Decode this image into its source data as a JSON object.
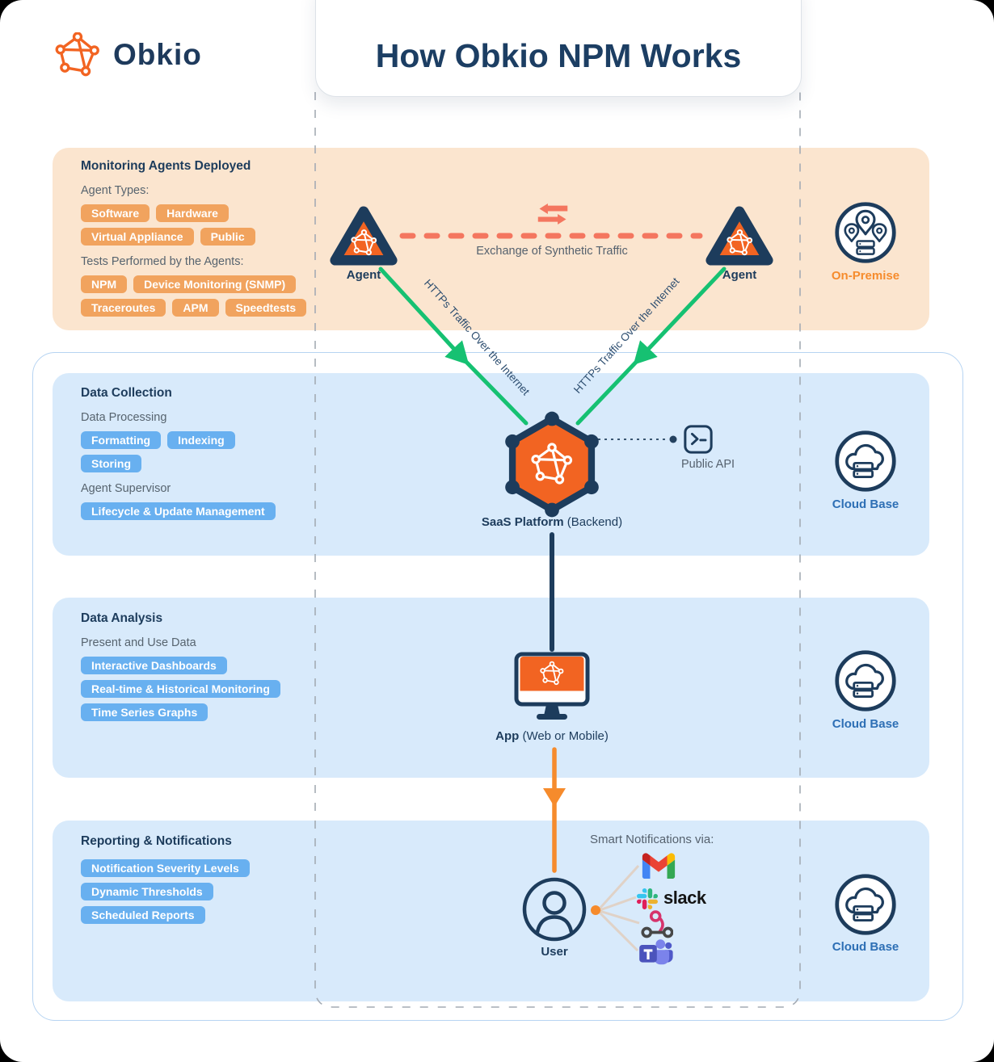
{
  "header": {
    "logo_text": "Obkio",
    "title": "How Obkio NPM Works"
  },
  "colors": {
    "brand_orange": "#f26422",
    "navy": "#1d3c5c",
    "band_orange_bg": "#fbe5cf",
    "band_blue_bg": "#d8eafb",
    "tag_orange": "#f1a35e",
    "tag_blue": "#68b0f0",
    "green_arrow": "#16c172",
    "salmon": "#f4765f",
    "cloud_label_blue": "#2d6fb5",
    "onpremise_label_orange": "#f68b2c"
  },
  "sections": {
    "monitoring": {
      "title": "Monitoring Agents Deployed",
      "agent_types_label": "Agent Types:",
      "agent_type_tags": [
        "Software",
        "Hardware",
        "Virtual Appliance",
        "Public"
      ],
      "tests_label": "Tests Performed by the Agents:",
      "test_tags": [
        "NPM",
        "Device Monitoring (SNMP)",
        "Traceroutes",
        "APM",
        "Speedtests"
      ],
      "agent_left_label": "Agent",
      "agent_right_label": "Agent",
      "exchange_label": "Exchange of Synthetic Traffic",
      "side_label": "On-Premise"
    },
    "collection": {
      "title": "Data Collection",
      "processing_label": "Data Processing",
      "processing_tags": [
        "Formatting",
        "Indexing",
        "Storing"
      ],
      "supervisor_label": "Agent Supervisor",
      "supervisor_tags": [
        "Lifecycle & Update Management"
      ],
      "platform_label_bold": "SaaS Platform",
      "platform_label_rest": "(Backend)",
      "public_api_label": "Public API",
      "side_label": "Cloud Base"
    },
    "analysis": {
      "title": "Data Analysis",
      "subtitle": "Present and Use Data",
      "tags": [
        "Interactive Dashboards",
        "Real-time & Historical Monitoring",
        "Time Series Graphs"
      ],
      "app_label_bold": "App",
      "app_label_rest": "(Web or Mobile)",
      "side_label": "Cloud Base"
    },
    "reporting": {
      "title": "Reporting & Notifications",
      "tags": [
        "Notification Severity Levels",
        "Dynamic Thresholds",
        "Scheduled Reports"
      ],
      "user_label": "User",
      "notifications_label": "Smart Notifications via:",
      "slack_label": "slack",
      "side_label": "Cloud Base"
    }
  },
  "arrows": {
    "left_arrow_label": "HTTPs Traffic Over the Internet",
    "right_arrow_label": "HTTPs Traffic Over the Internet"
  }
}
